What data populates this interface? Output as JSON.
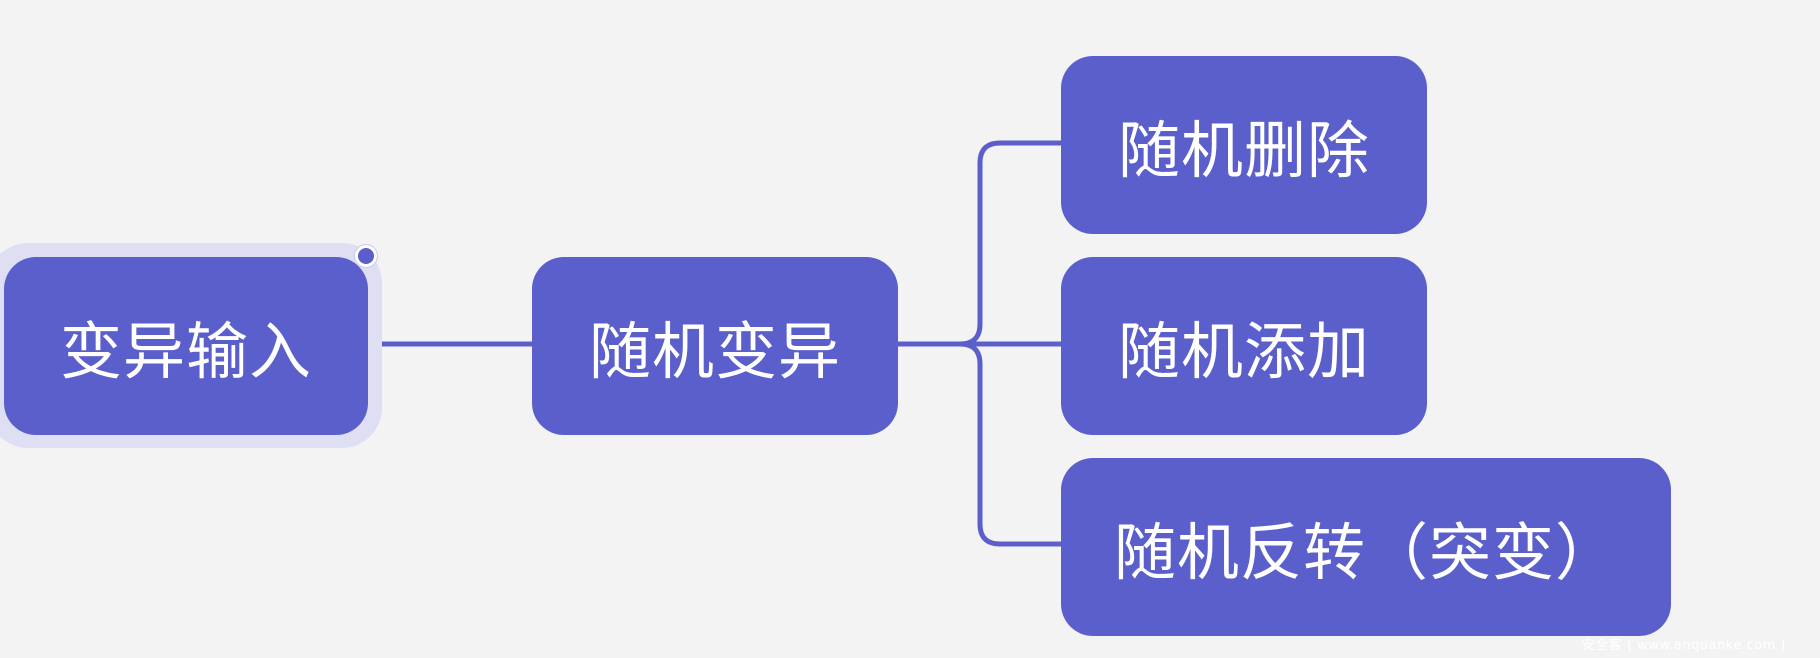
{
  "colors": {
    "background": "#f3f3f3",
    "node_fill": "#5b5fcb",
    "node_text": "#ffffff",
    "connector": "#5b5fcb",
    "selection_halo": "#dfdff4"
  },
  "mindmap": {
    "root": {
      "label": "变异输入",
      "selected": true
    },
    "branch": {
      "label": "随机变异"
    },
    "leaves": [
      {
        "label": "随机删除"
      },
      {
        "label": "随机添加"
      },
      {
        "label": "随机反转（突变）"
      }
    ]
  },
  "watermark": "安全客 ( www.anquanke.com )"
}
